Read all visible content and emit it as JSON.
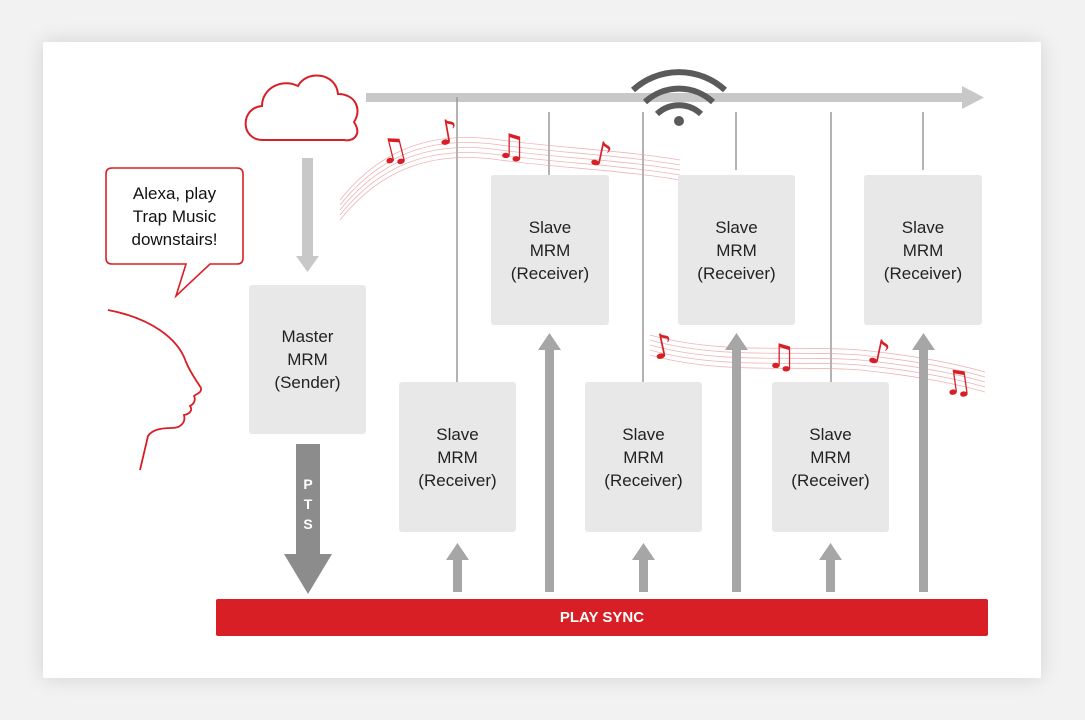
{
  "speech": {
    "lines": [
      "Alexa, play",
      "Trap Music",
      "downstairs!"
    ]
  },
  "master": {
    "lines": [
      "Master",
      "MRM",
      "(Sender)"
    ]
  },
  "slaves": [
    {
      "lines": [
        "Slave",
        "MRM",
        "(Receiver)"
      ]
    },
    {
      "lines": [
        "Slave",
        "MRM",
        "(Receiver)"
      ]
    },
    {
      "lines": [
        "Slave",
        "MRM",
        "(Receiver)"
      ]
    },
    {
      "lines": [
        "Slave",
        "MRM",
        "(Receiver)"
      ]
    },
    {
      "lines": [
        "Slave",
        "MRM",
        "(Receiver)"
      ]
    },
    {
      "lines": [
        "Slave",
        "MRM",
        "(Receiver)"
      ]
    }
  ],
  "pts": {
    "letters": [
      "P",
      "T",
      "S"
    ]
  },
  "play_sync": {
    "label": "PLAY SYNC"
  },
  "icons": {
    "cloud": "cloud-icon",
    "wifi": "wifi-icon",
    "person": "person-head-icon",
    "note_beamed": "♫",
    "note_single": "♪"
  },
  "colors": {
    "accent": "#d81f26",
    "arrow": "#999999",
    "box": "#e8e8e8"
  }
}
